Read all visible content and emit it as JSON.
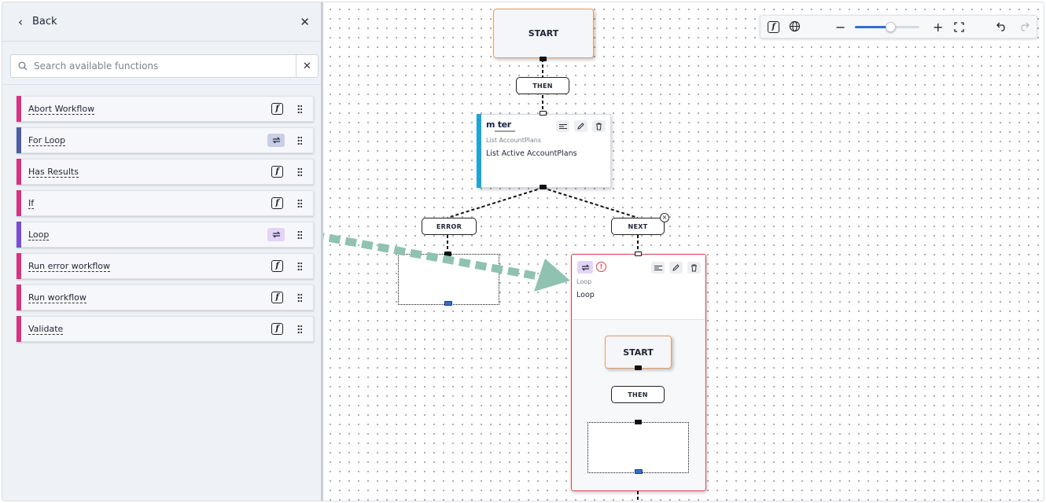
{
  "sidebar": {
    "back_label": "Back",
    "search": {
      "placeholder": "Search available functions",
      "value": ""
    },
    "items": [
      {
        "label": "Abort Workflow",
        "color": "#d63384",
        "icon": "function-icon"
      },
      {
        "label": "For Loop",
        "color": "#4b5ea1",
        "icon": "loop-icon"
      },
      {
        "label": "Has Results",
        "color": "#d63384",
        "icon": "function-icon"
      },
      {
        "label": "If",
        "color": "#d63384",
        "icon": "function-icon"
      },
      {
        "label": "Loop",
        "color": "#7c4bd4",
        "icon": "loop-icon"
      },
      {
        "label": "Run error workflow",
        "color": "#d63384",
        "icon": "function-icon"
      },
      {
        "label": "Run workflow",
        "color": "#d63384",
        "icon": "function-icon"
      },
      {
        "label": "Validate",
        "color": "#d63384",
        "icon": "function-icon"
      }
    ]
  },
  "toolbar": {
    "zoom_fraction": 0.55,
    "undo_enabled": true,
    "redo_enabled": false
  },
  "canvas": {
    "start_label": "START",
    "then_label": "THEN",
    "error_label": "ERROR",
    "next_label": "NEXT",
    "list_node": {
      "logo": "m ter",
      "subtitle": "List AccountPlans",
      "title": "List Active AccountPlans"
    },
    "loop_node": {
      "subtitle": "Loop",
      "title": "Loop",
      "inner_start_label": "START",
      "inner_then_label": "THEN"
    }
  },
  "colors": {
    "accent_blue": "#2f6fd0",
    "loop_border": "#d6424b",
    "list_accent": "#1aa6d8",
    "drag_arrow": "#8fc2b0",
    "start_border": "#e0a06a"
  }
}
